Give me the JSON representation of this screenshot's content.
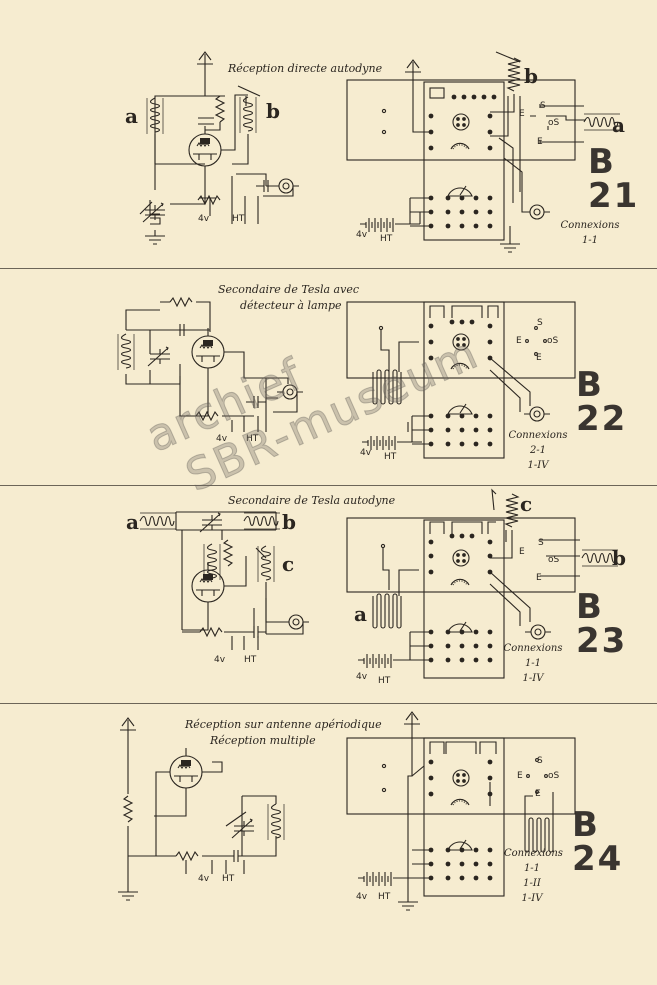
{
  "sections": [
    {
      "title": "Réception directe autodyne",
      "code_letter": "B",
      "code_number": "21",
      "connexions_label": "Connexions",
      "connexions": [
        "1-1"
      ],
      "labels": [
        "a",
        "b",
        "a"
      ],
      "terminals": [
        "4v",
        "HT",
        "4v",
        "HT"
      ]
    },
    {
      "title_lines": [
        "Secondaire de Tesla avec",
        "détecteur à lampe"
      ],
      "code_letter": "B",
      "code_number": "22",
      "connexions_label": "Connexions",
      "connexions": [
        "2-1",
        "1-IV"
      ],
      "terminals": [
        "4v",
        "HT",
        "4v",
        "HT"
      ]
    },
    {
      "title": "Secondaire de Tesla autodyne",
      "code_letter": "B",
      "code_number": "23",
      "connexions_label": "Connexions",
      "connexions": [
        "1-1",
        "1-IV"
      ],
      "labels": [
        "a",
        "b",
        "c",
        "c",
        "b",
        "a"
      ],
      "terminals": [
        "4v",
        "HT",
        "4v",
        "HT"
      ]
    },
    {
      "title_lines": [
        "Réception sur antenne apériodique",
        "Réception multiple"
      ],
      "code_letter": "B",
      "code_number": "24",
      "connexions_label": "Connexions",
      "connexions": [
        "1-1",
        "1-II",
        "1-IV"
      ],
      "terminals": [
        "4v",
        "HT",
        "4v",
        "HT"
      ]
    }
  ],
  "switch_labels": [
    "S",
    "E",
    "oS",
    "E"
  ],
  "watermark": [
    "archief",
    "SBR-museum"
  ]
}
